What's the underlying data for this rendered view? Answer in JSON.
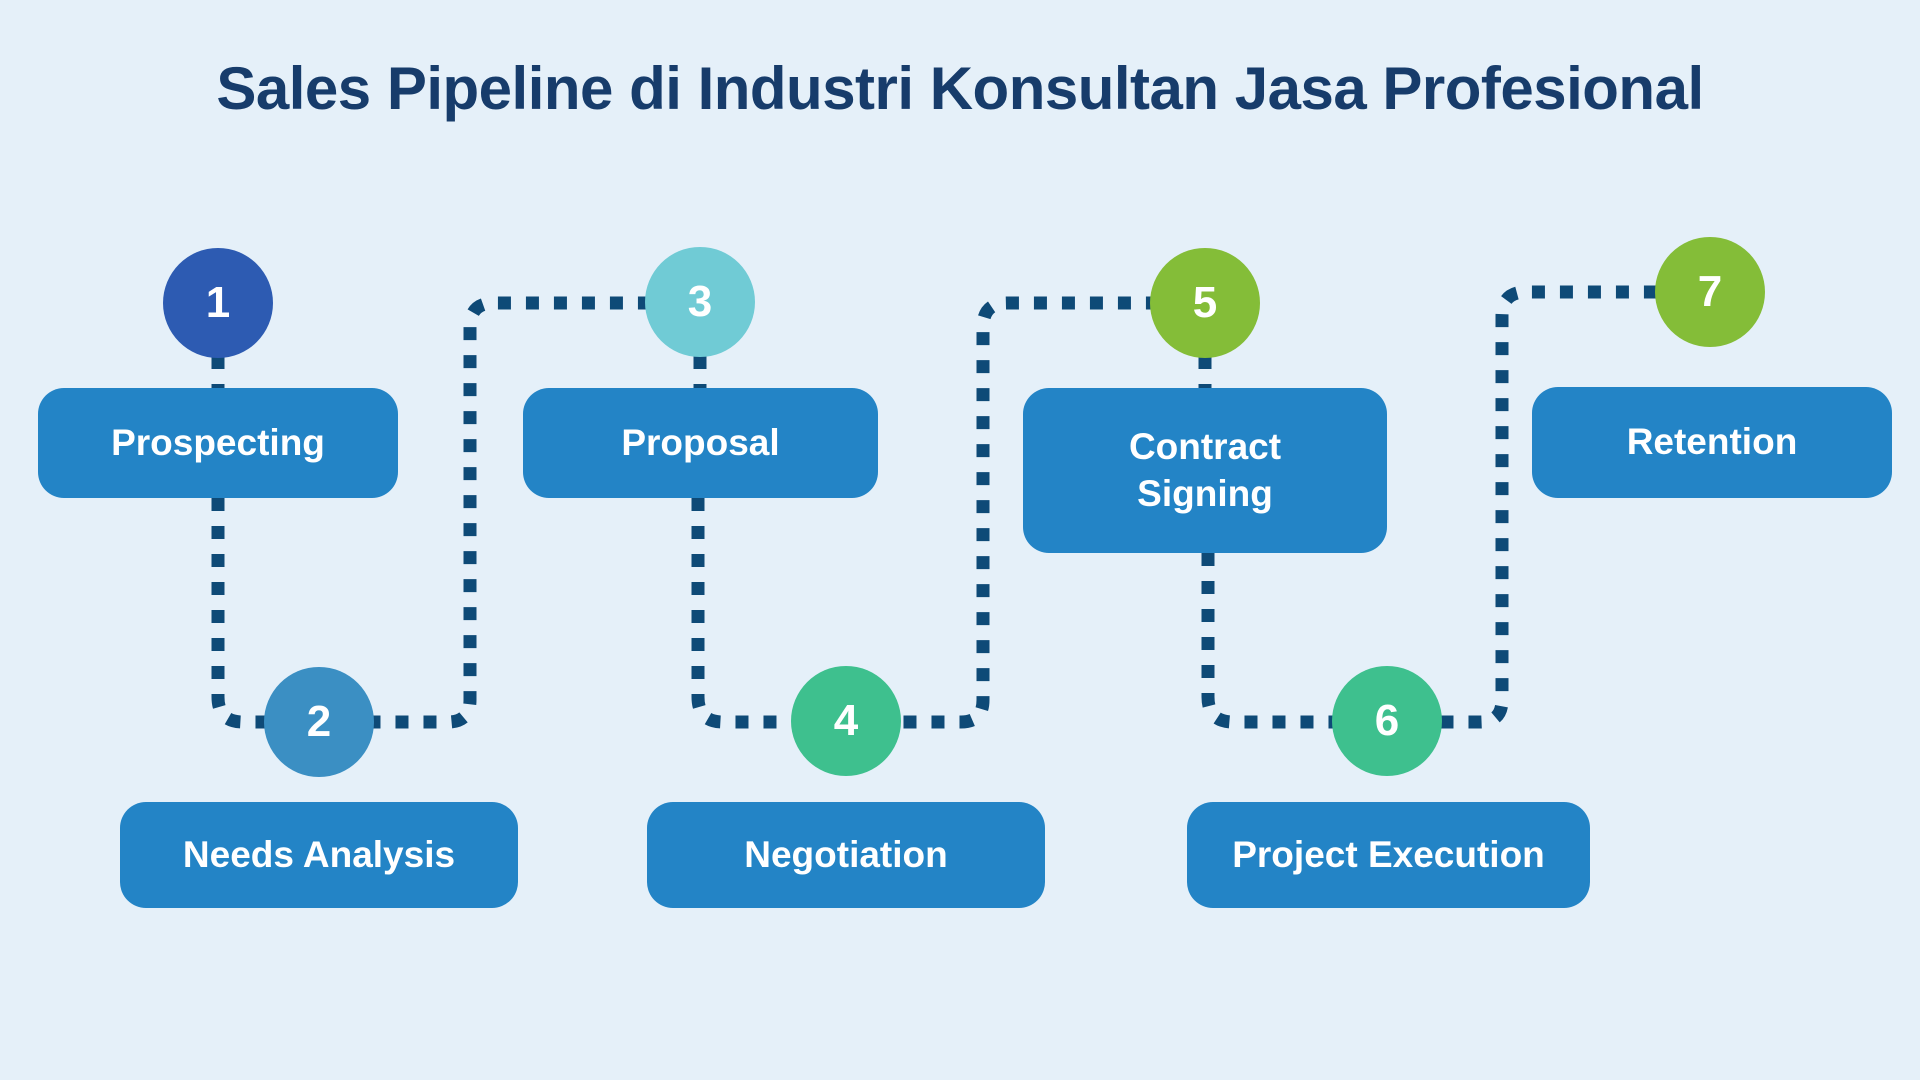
{
  "title": "Sales Pipeline di Industri Konsultan Jasa Profesional",
  "colors": {
    "background": "#e5f0f9",
    "box": "#2384c6",
    "box_text": "#ffffff",
    "title": "#173c6b",
    "connector": "#0e4a77"
  },
  "steps": [
    {
      "number": "1",
      "label": "Prospecting",
      "circle_color": "#2d5bb2"
    },
    {
      "number": "2",
      "label": "Needs Analysis",
      "circle_color": "#3b8fc3"
    },
    {
      "number": "3",
      "label": "Proposal",
      "circle_color": "#70cbd5"
    },
    {
      "number": "4",
      "label": "Negotiation",
      "circle_color": "#3ec08e"
    },
    {
      "number": "5",
      "label": "Contract Signing",
      "circle_color": "#84bd38"
    },
    {
      "number": "6",
      "label": "Project Execution",
      "circle_color": "#3ec08e"
    },
    {
      "number": "7",
      "label": "Retention",
      "circle_color": "#84bd38"
    }
  ]
}
